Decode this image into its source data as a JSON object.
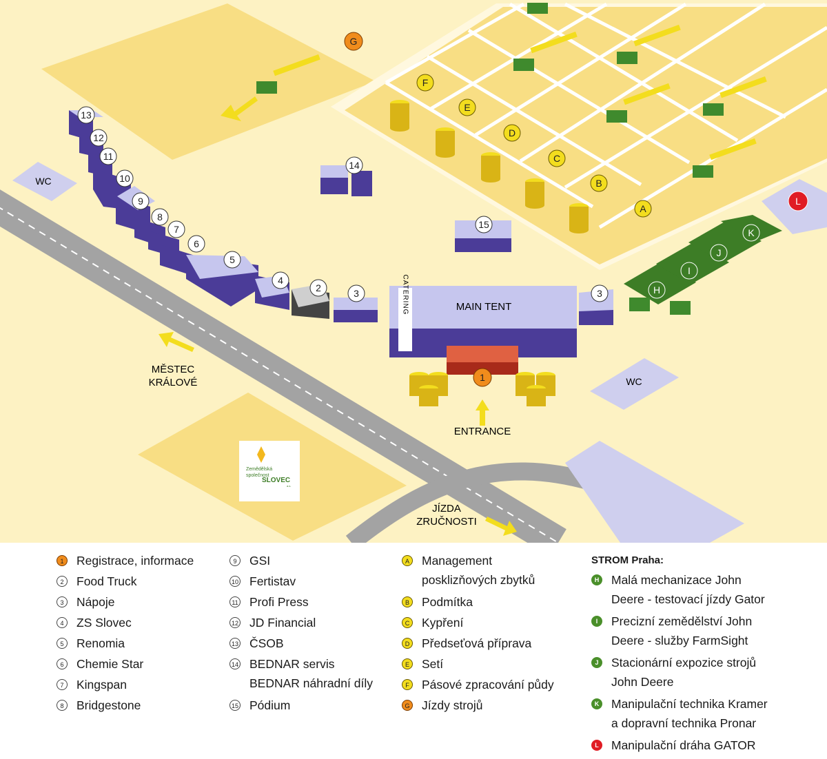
{
  "map": {
    "buildings": [
      {
        "id": "13",
        "label": "13"
      },
      {
        "id": "12",
        "label": "12"
      },
      {
        "id": "11",
        "label": "11"
      },
      {
        "id": "10",
        "label": "10"
      },
      {
        "id": "9",
        "label": "9"
      },
      {
        "id": "8",
        "label": "8"
      },
      {
        "id": "7",
        "label": "7"
      },
      {
        "id": "6",
        "label": "6"
      },
      {
        "id": "5",
        "label": "5"
      },
      {
        "id": "4",
        "label": "4"
      },
      {
        "id": "2",
        "label": "2"
      },
      {
        "id": "3a",
        "label": "3"
      },
      {
        "id": "3b",
        "label": "3"
      },
      {
        "id": "14",
        "label": "14"
      },
      {
        "id": "15",
        "label": "15"
      }
    ],
    "field_markers": [
      "A",
      "B",
      "C",
      "D",
      "E",
      "F"
    ],
    "drive_marker": "G",
    "strom_markers": [
      "H",
      "I",
      "J",
      "K"
    ],
    "gator_marker": "L",
    "registration_marker": "1",
    "labels": {
      "wc_left": "WC",
      "wc_right": "WC",
      "main_tent": "MAIN TENT",
      "catering": "CATERING",
      "entrance": "ENTRANCE",
      "mestec_line1": "MĚSTEC",
      "mestec_line2": "KRÁLOVÉ",
      "jizda_line1": "JÍZDA",
      "jizda_line2": "ZRUČNOSTI"
    },
    "logo": {
      "line1": "Zemědělská",
      "line2": "společnost",
      "line3": "SLOVEC",
      "line4": "a.s."
    }
  },
  "legend": {
    "col1": [
      {
        "badge": "1",
        "style": "orange",
        "text": "Registrace, informace"
      },
      {
        "badge": "2",
        "style": "white",
        "text": "Food Truck"
      },
      {
        "badge": "3",
        "style": "white",
        "text": "Nápoje"
      },
      {
        "badge": "4",
        "style": "white",
        "text": "ZS Slovec"
      },
      {
        "badge": "5",
        "style": "white",
        "text": "Renomia"
      },
      {
        "badge": "6",
        "style": "white",
        "text": "Chemie Star"
      },
      {
        "badge": "7",
        "style": "white",
        "text": "Kingspan"
      },
      {
        "badge": "8",
        "style": "white",
        "text": "Bridgestone"
      }
    ],
    "col2": [
      {
        "badge": "9",
        "style": "white",
        "text": "GSI"
      },
      {
        "badge": "10",
        "style": "white",
        "text": "Fertistav"
      },
      {
        "badge": "11",
        "style": "white",
        "text": "Profi Press"
      },
      {
        "badge": "12",
        "style": "white",
        "text": "JD Financial"
      },
      {
        "badge": "13",
        "style": "white",
        "text": "ČSOB"
      },
      {
        "badge": "14",
        "style": "white",
        "text": "BEDNAR servis",
        "text2": "BEDNAR náhradní díly"
      },
      {
        "badge": "15",
        "style": "white",
        "text": "Pódium"
      }
    ],
    "col3": [
      {
        "badge": "A",
        "style": "yellow",
        "text": "Management",
        "text2": "posklizňových zbytků"
      },
      {
        "badge": "B",
        "style": "yellow",
        "text": "Podmítka"
      },
      {
        "badge": "C",
        "style": "yellow",
        "text": "Kypření"
      },
      {
        "badge": "D",
        "style": "yellow",
        "text": "Předseťová příprava"
      },
      {
        "badge": "E",
        "style": "yellow",
        "text": "Setí"
      },
      {
        "badge": "F",
        "style": "yellow",
        "text": "Pásové zpracování půdy"
      },
      {
        "badge": "G",
        "style": "orange",
        "text": "Jízdy strojů"
      }
    ],
    "col4_heading": "STROM Praha:",
    "col4": [
      {
        "badge": "H",
        "style": "green",
        "text": "Malá mechanizace John",
        "text2": "Deere - testovací jízdy Gator"
      },
      {
        "badge": "I",
        "style": "green",
        "text": "Precizní zemědělství John",
        "text2": "Deere - služby FarmSight"
      },
      {
        "badge": "J",
        "style": "green",
        "text": "Stacionární expozice strojů",
        "text2": "John Deere"
      },
      {
        "badge": "K",
        "style": "green",
        "text": "Manipulační technika Kramer",
        "text2": "a dopravní technika Pronar"
      },
      {
        "badge": "L",
        "style": "red",
        "text": "Manipulační dráha GATOR"
      }
    ]
  }
}
